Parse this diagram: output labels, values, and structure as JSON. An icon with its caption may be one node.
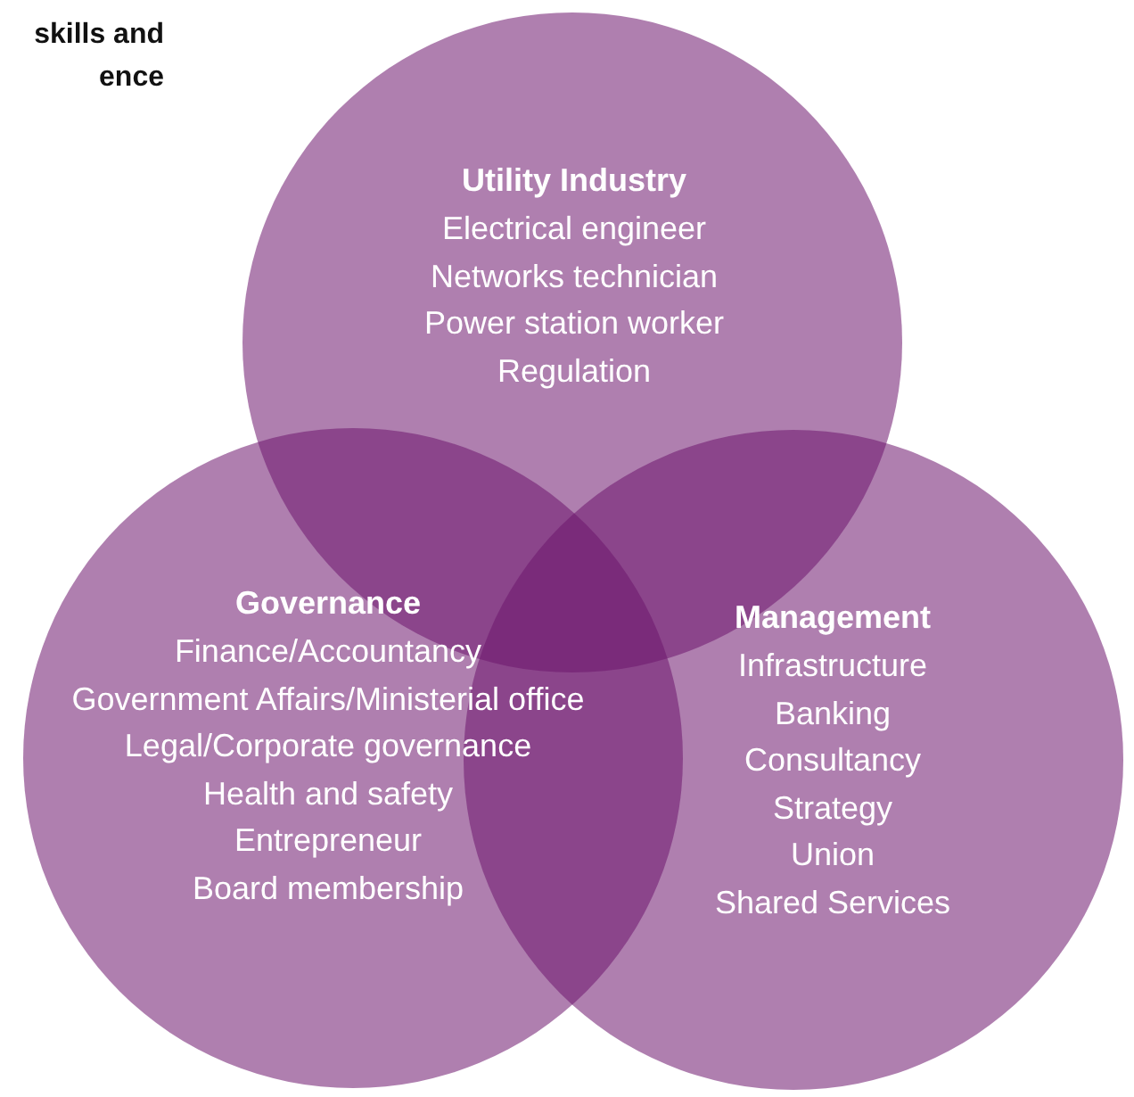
{
  "diagram": {
    "title": "skills and ence",
    "nodes": [
      {
        "text": [
          "Utility Industry",
          "Electrical engineer",
          "Networks technician",
          "Power station worker",
          "Regulation"
        ]
      },
      {
        "text": [
          "Governance",
          "Finance/Accountancy",
          "Government Affairs/Ministerial office",
          "Legal/Corporate governance",
          "Health and safety",
          "Entrepreneur",
          "Board membership"
        ]
      },
      {
        "text": [
          "Management",
          "Infrastructure",
          "Banking",
          "Consultancy",
          "Strategy",
          "Union",
          "Shared Services"
        ]
      }
    ]
  }
}
